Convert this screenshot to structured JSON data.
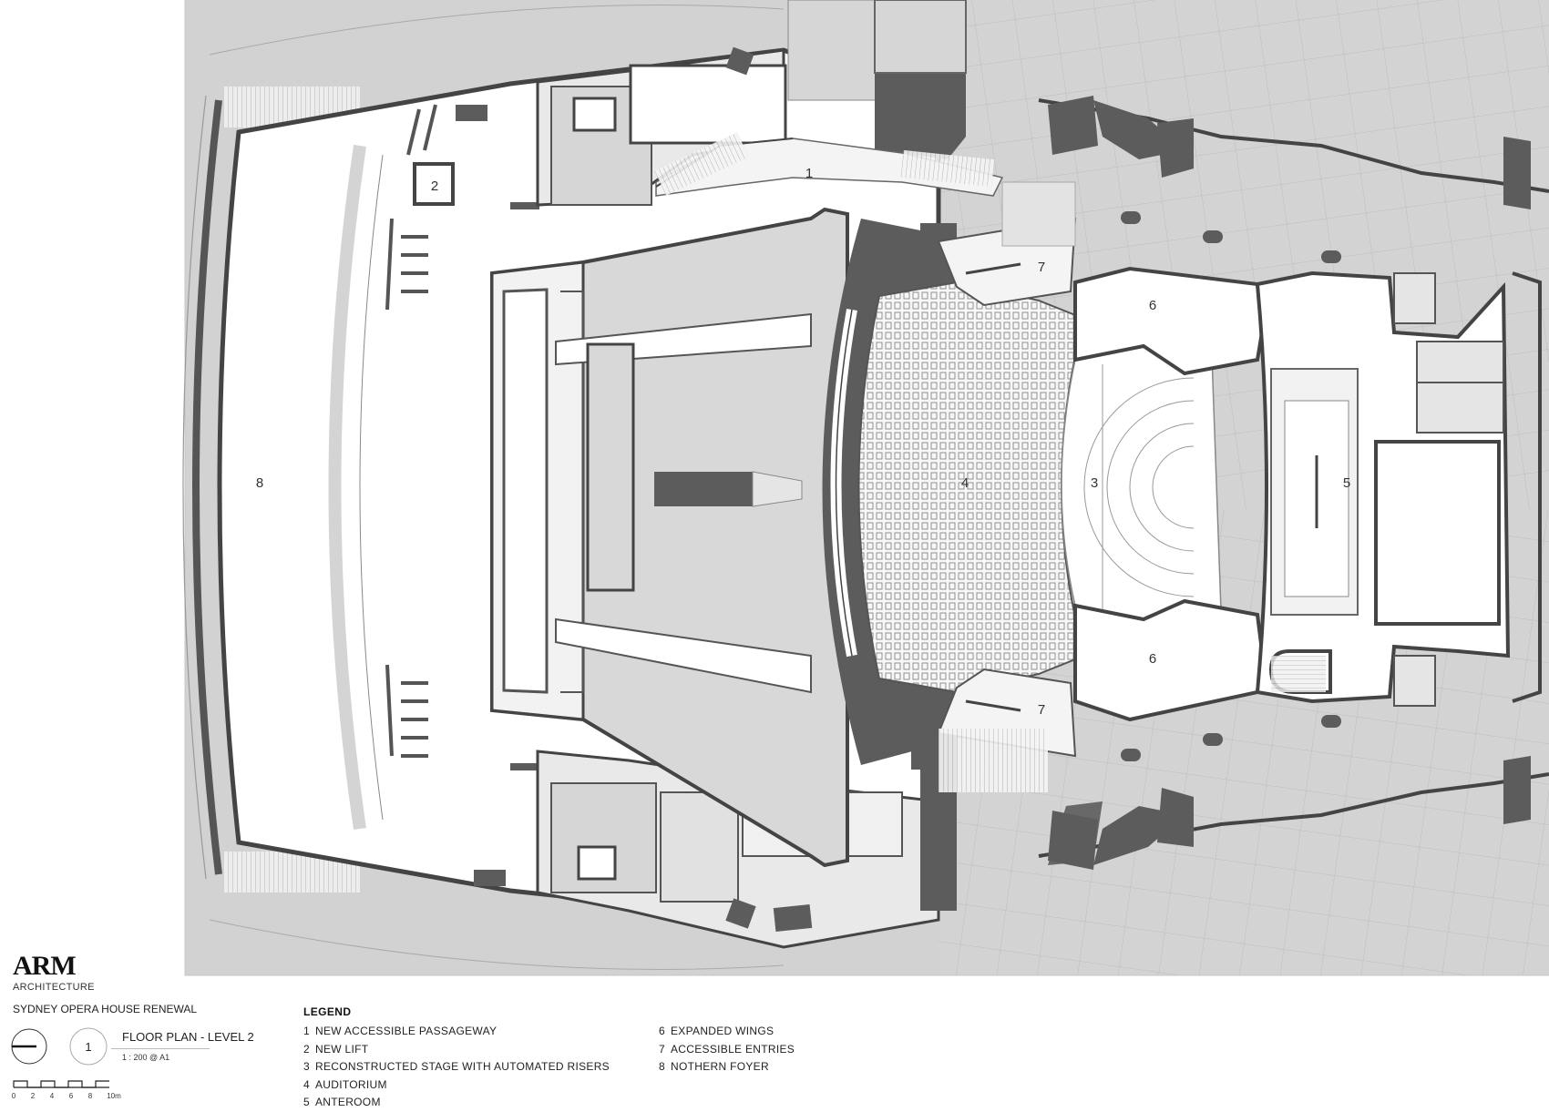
{
  "plan": {
    "room_labels": [
      "1",
      "2",
      "3",
      "4",
      "5",
      "6",
      "6",
      "7",
      "7",
      "8"
    ]
  },
  "titleblock": {
    "logo": "ARM",
    "firm": "ARCHITECTURE",
    "project": "SYDNEY OPERA HOUSE RENEWAL",
    "drawing_number": "1",
    "drawing_title": "FLOOR PLAN - LEVEL 2",
    "scale": "1 : 200 @ A1",
    "scalebar_ticks": [
      "0",
      "2",
      "4",
      "6",
      "8",
      "10m"
    ]
  },
  "legend": {
    "title": "LEGEND",
    "items": [
      {
        "num": "1",
        "label": "NEW ACCESSIBLE PASSAGEWAY"
      },
      {
        "num": "2",
        "label": "NEW LIFT"
      },
      {
        "num": "3",
        "label": "RECONSTRUCTED STAGE WITH AUTOMATED RISERS"
      },
      {
        "num": "4",
        "label": "AUDITORIUM"
      },
      {
        "num": "5",
        "label": "ANTEROOM"
      },
      {
        "num": "6",
        "label": "EXPANDED WINGS"
      },
      {
        "num": "7",
        "label": "ACCESSIBLE ENTRIES"
      },
      {
        "num": "8",
        "label": "NOTHERN FOYER"
      }
    ]
  },
  "colors": {
    "site_fill": "#d2d2d2",
    "wall": "#5c5c5c",
    "stage": "#b8b8b8",
    "interior": "#ffffff"
  }
}
